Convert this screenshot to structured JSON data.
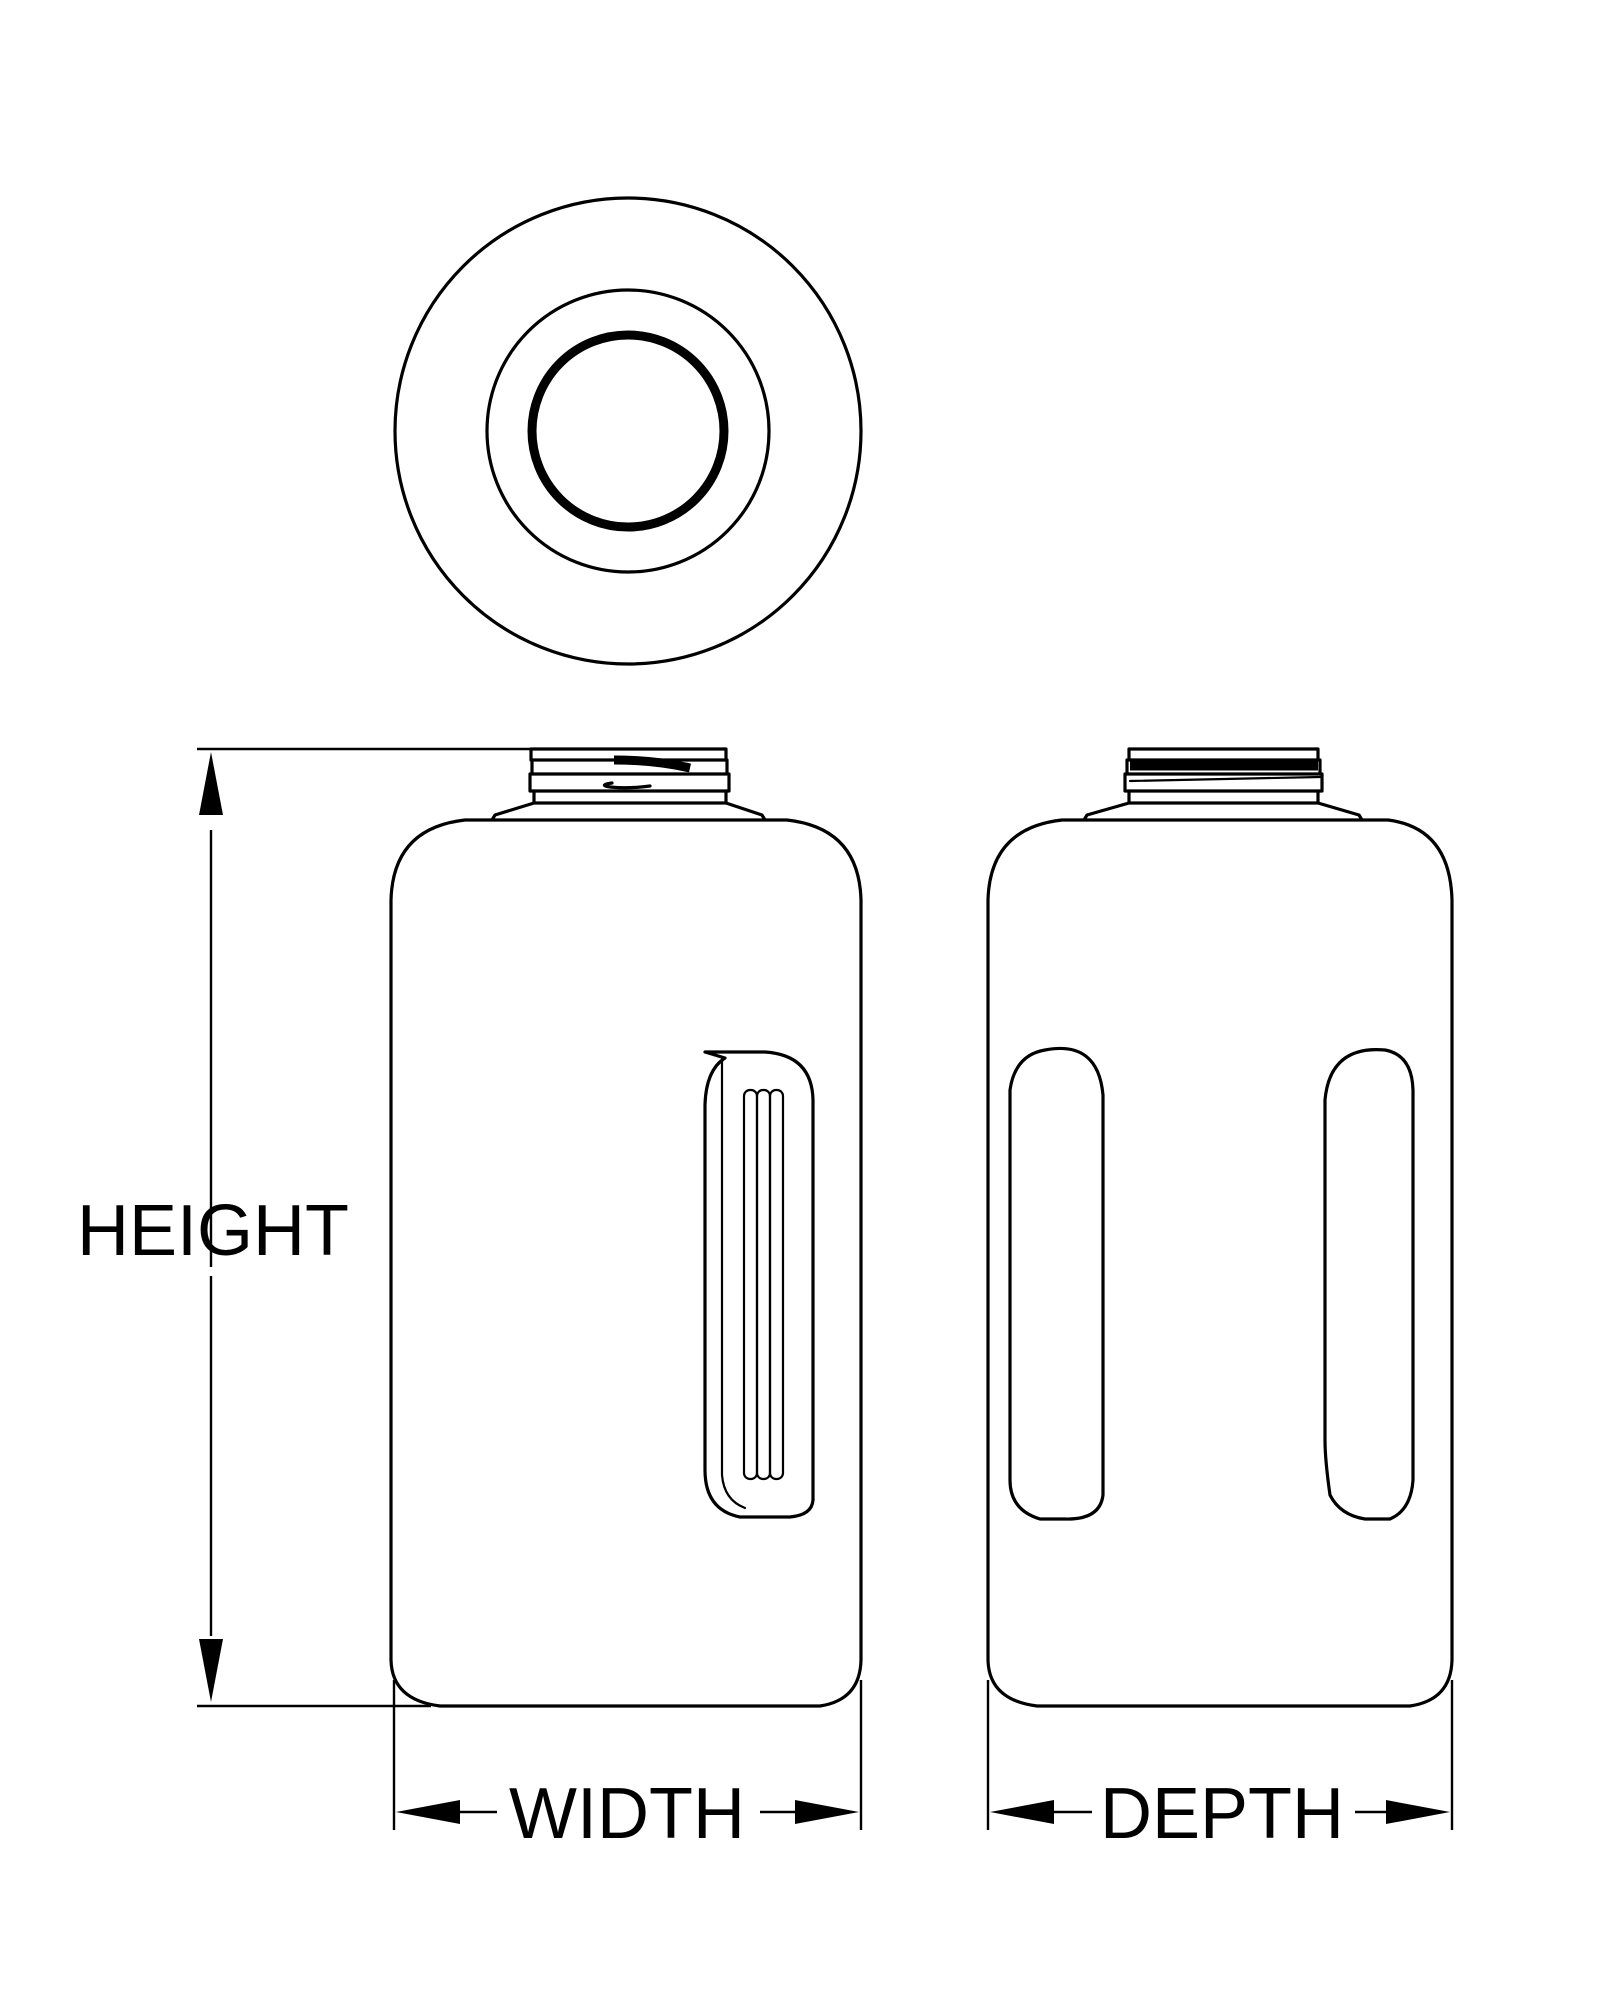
{
  "labels": {
    "height": "HEIGHT",
    "width": "WIDTH",
    "depth": "DEPTH"
  },
  "colors": {
    "line": "#000000",
    "background": "#ffffff"
  }
}
